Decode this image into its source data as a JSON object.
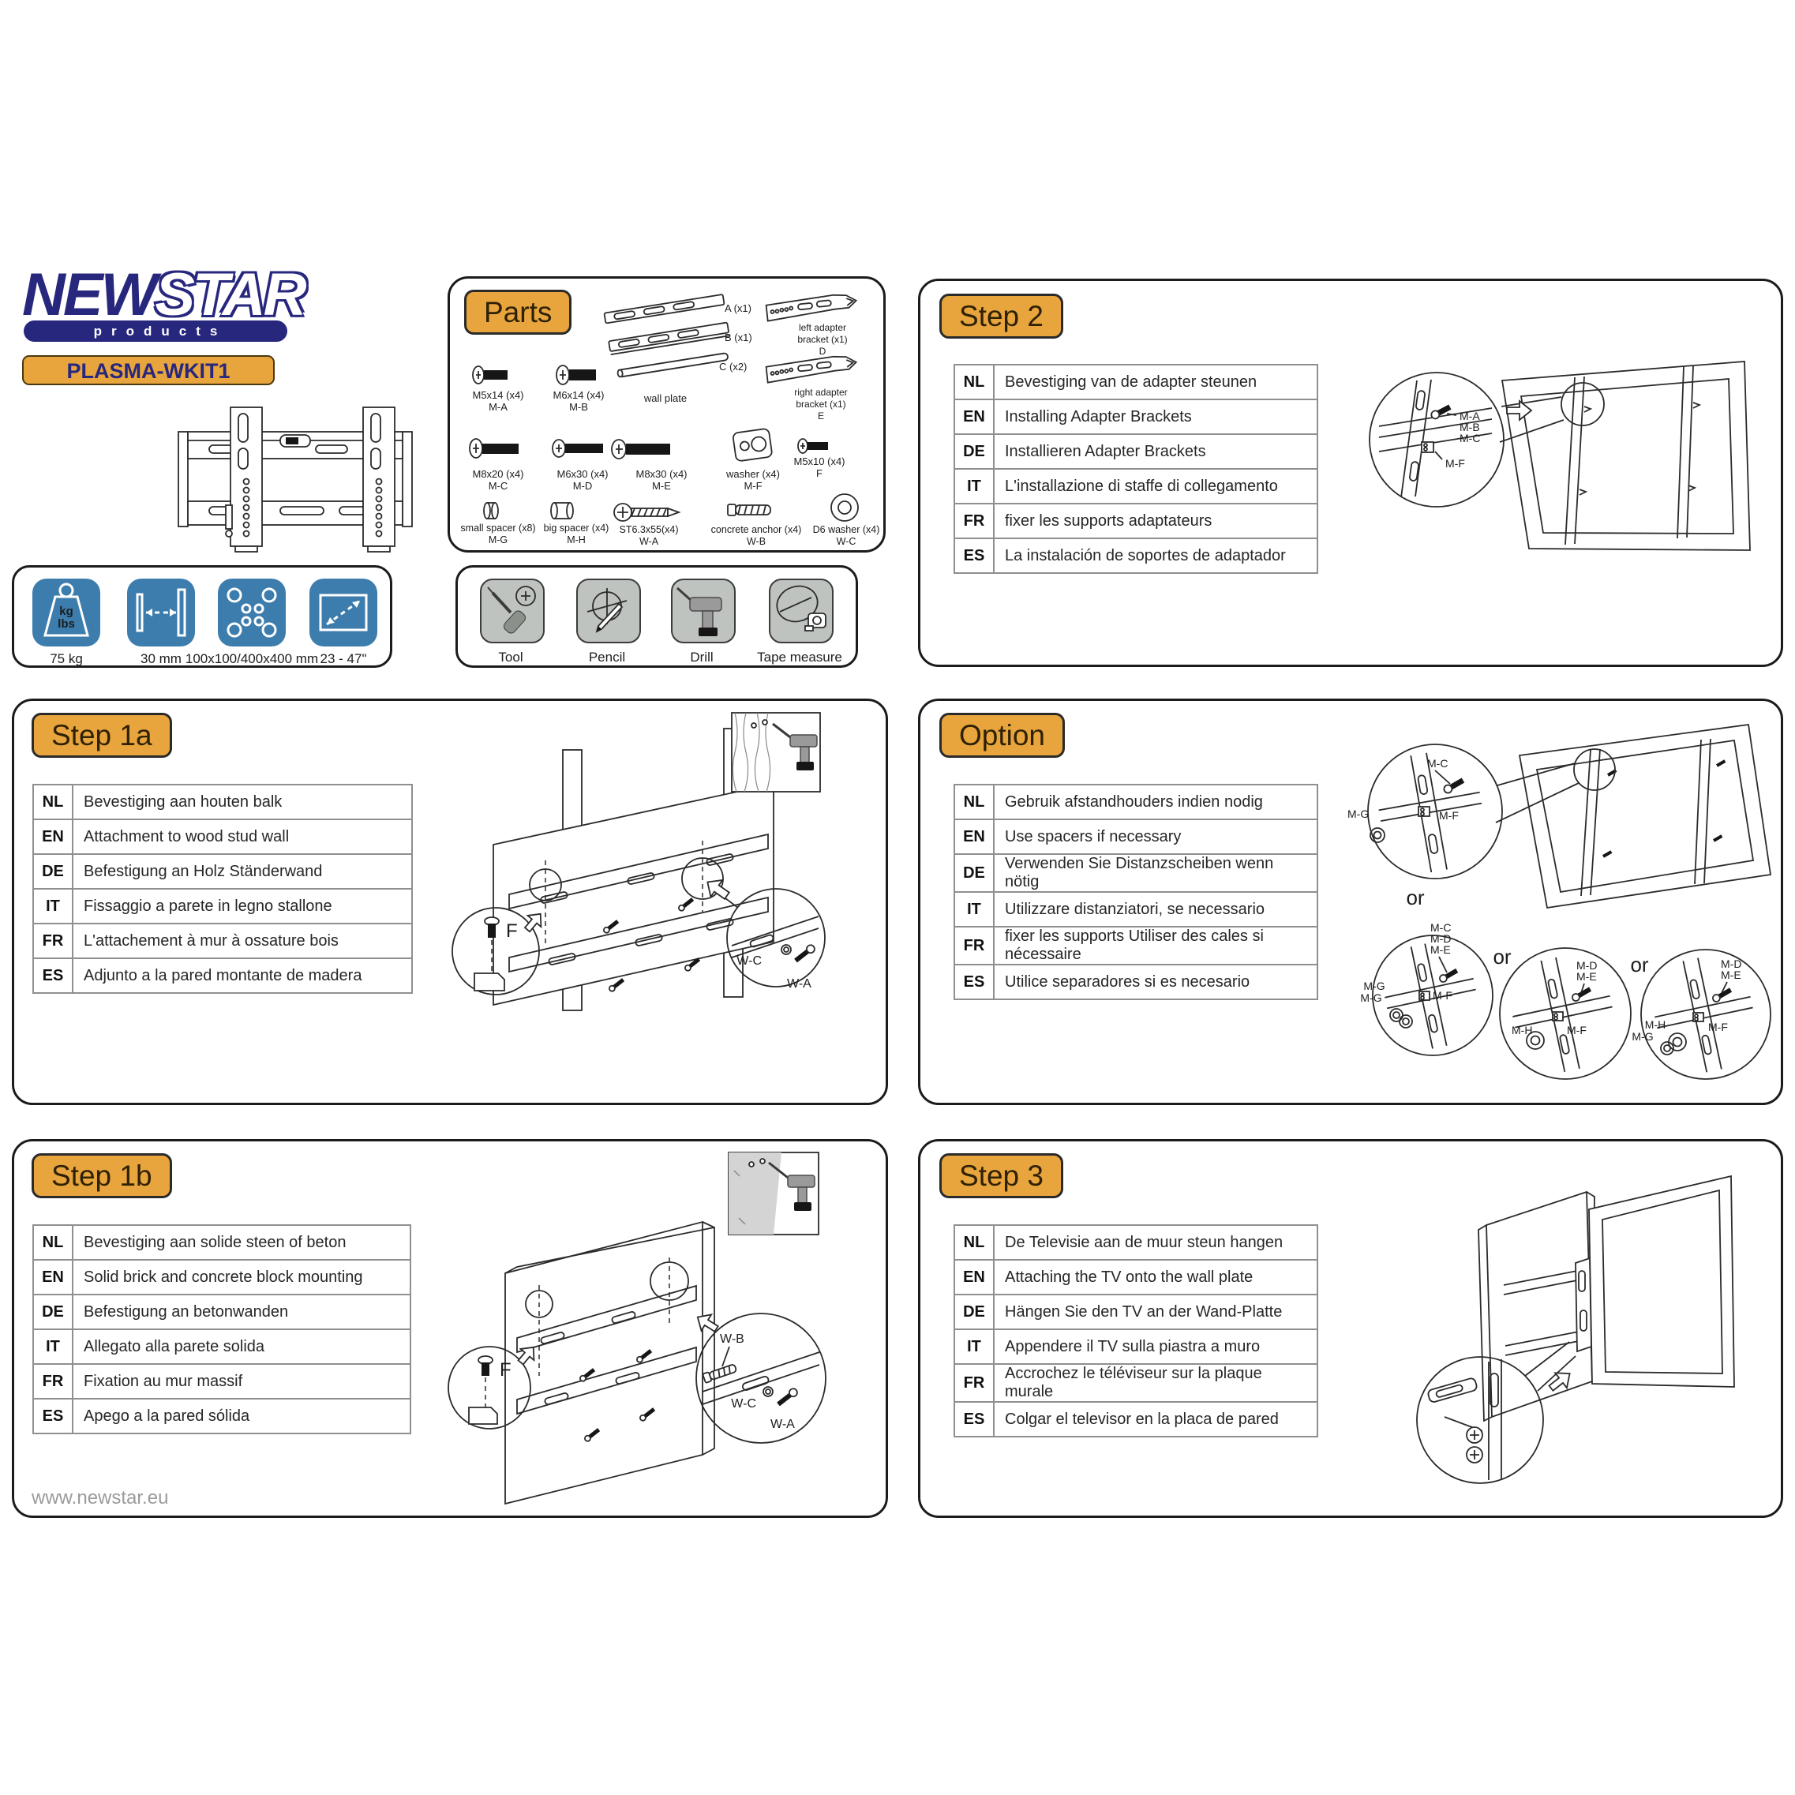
{
  "brand": {
    "name_new": "NEW",
    "name_star": "STAR",
    "products": "products",
    "model": "PLASMA-WKIT1"
  },
  "footer": {
    "website": "www.newstar.eu"
  },
  "colors": {
    "accent_orange": "#E8A53D",
    "brand_navy": "#28277E",
    "spec_blue": "#3D7DAD",
    "tool_gray": "#BFC3BF"
  },
  "specs": {
    "items": [
      {
        "label": "75 kg",
        "inner1": "kg",
        "inner2": "lbs"
      },
      {
        "label": "30 mm"
      },
      {
        "label": "100x100/400x400 mm"
      },
      {
        "label": "23 - 47\""
      }
    ]
  },
  "tools": {
    "items": [
      {
        "label": "Tool"
      },
      {
        "label": "Pencil"
      },
      {
        "label": "Drill"
      },
      {
        "label": "Tape measure"
      }
    ]
  },
  "parts": {
    "title": "Parts",
    "m_a": {
      "l1": "M5x14 (x4)",
      "l2": "M-A"
    },
    "m_b": {
      "l1": "M6x14 (x4)",
      "l2": "M-B"
    },
    "m_c": {
      "l1": "M8x20 (x4)",
      "l2": "M-C"
    },
    "m_d": {
      "l1": "M6x30 (x4)",
      "l2": "M-D"
    },
    "m_e": {
      "l1": "M8x30 (x4)",
      "l2": "M-E"
    },
    "m_f": {
      "l1": "washer (x4)",
      "l2": "M-F"
    },
    "f": {
      "l1": "M5x10 (x4)",
      "l2": "F"
    },
    "m_g": {
      "l1": "small spacer (x8)",
      "l2": "M-G"
    },
    "m_h": {
      "l1": "big spacer (x4)",
      "l2": "M-H"
    },
    "w_a": {
      "l1": "ST6.3x55(x4)",
      "l2": "W-A"
    },
    "w_b": {
      "l1": "concrete anchor (x4)",
      "l2": "W-B"
    },
    "w_c": {
      "l1": "D6 washer (x4)",
      "l2": "W-C"
    },
    "rail_a": "A (x1)",
    "rail_b": "B (x1)",
    "rail_c": "C (x2)",
    "wall_plate": "wall plate",
    "left_bracket": {
      "l1": "left adapter",
      "l2": "bracket (x1)",
      "l3": "D"
    },
    "right_bracket": {
      "l1": "right adapter",
      "l2": "bracket (x1)",
      "l3": "E"
    }
  },
  "step1a": {
    "title": "Step 1a",
    "rows": [
      {
        "lang": "NL",
        "text": "Bevestiging aan houten balk"
      },
      {
        "lang": "EN",
        "text": "Attachment to wood stud wall"
      },
      {
        "lang": "DE",
        "text": "Befestigung an Holz Ständerwand"
      },
      {
        "lang": "IT",
        "text": "Fissaggio a parete in legno stallone"
      },
      {
        "lang": "FR",
        "text": "L'attachement à mur à ossature bois"
      },
      {
        "lang": "ES",
        "text": "Adjunto a la pared montante de madera"
      }
    ],
    "callouts": {
      "f": "F",
      "wc": "W-C",
      "wa": "W-A"
    }
  },
  "step1b": {
    "title": "Step 1b",
    "rows": [
      {
        "lang": "NL",
        "text": "Bevestiging aan solide steen of beton"
      },
      {
        "lang": "EN",
        "text": "Solid brick and concrete block mounting"
      },
      {
        "lang": "DE",
        "text": "Befestigung an betonwanden"
      },
      {
        "lang": "IT",
        "text": "Allegato alla parete solida"
      },
      {
        "lang": "FR",
        "text": "Fixation au mur massif"
      },
      {
        "lang": "ES",
        "text": "Apego a la pared sólida"
      }
    ],
    "callouts": {
      "f": "F",
      "wb": "W-B",
      "wc": "W-C",
      "wa": "W-A"
    }
  },
  "step2": {
    "title": "Step 2",
    "rows": [
      {
        "lang": "NL",
        "text": "Bevestiging van de adapter steunen"
      },
      {
        "lang": "EN",
        "text": "Installing Adapter Brackets"
      },
      {
        "lang": "DE",
        "text": "Installieren Adapter Brackets"
      },
      {
        "lang": "IT",
        "text": "L'installazione di staffe di collegamento"
      },
      {
        "lang": "FR",
        "text": "fixer les supports adaptateurs"
      },
      {
        "lang": "ES",
        "text": "La instalación de soportes de adaptador"
      }
    ],
    "callouts": {
      "ma": "M-A",
      "mb": "M-B",
      "mc": "M-C",
      "mf": "M-F"
    }
  },
  "step3": {
    "title": "Step 3",
    "rows": [
      {
        "lang": "NL",
        "text": "De Televisie aan de muur steun hangen"
      },
      {
        "lang": "EN",
        "text": "Attaching the TV onto the wall plate"
      },
      {
        "lang": "DE",
        "text": "Hängen Sie den TV an der Wand-Platte"
      },
      {
        "lang": "IT",
        "text": "Appendere il TV sulla piastra a muro"
      },
      {
        "lang": "FR",
        "text": "Accrochez le téléviseur sur la plaque murale"
      },
      {
        "lang": "ES",
        "text": "Colgar el televisor en la placa de pared"
      }
    ]
  },
  "option": {
    "title": "Option",
    "rows": [
      {
        "lang": "NL",
        "text": "Gebruik afstandhouders indien nodig"
      },
      {
        "lang": "EN",
        "text": "Use spacers if necessary"
      },
      {
        "lang": "DE",
        "text": "Verwenden Sie Distanzscheiben wenn nötig"
      },
      {
        "lang": "IT",
        "text": "Utilizzare distanziatori, se necessario"
      },
      {
        "lang": "FR",
        "text": "fixer les supports Utiliser des cales si nécessaire"
      },
      {
        "lang": "ES",
        "text": "Utilice separadores si es necesario"
      }
    ],
    "or": "or",
    "top": {
      "mc": "M-C",
      "mg": "M-G",
      "mf": "M-F"
    },
    "c1": {
      "l1": "M-C",
      "l2": "M-D",
      "l3": "M-E",
      "mg1": "M-G",
      "mg2": "M-G",
      "mf": "M-F"
    },
    "c2": {
      "l1": "M-D",
      "l2": "M-E",
      "mh": "M-H",
      "mf": "M-F"
    },
    "c3": {
      "l1": "M-D",
      "l2": "M-E",
      "mh": "M-H",
      "mg": "M-G",
      "mf": "M-F"
    }
  }
}
